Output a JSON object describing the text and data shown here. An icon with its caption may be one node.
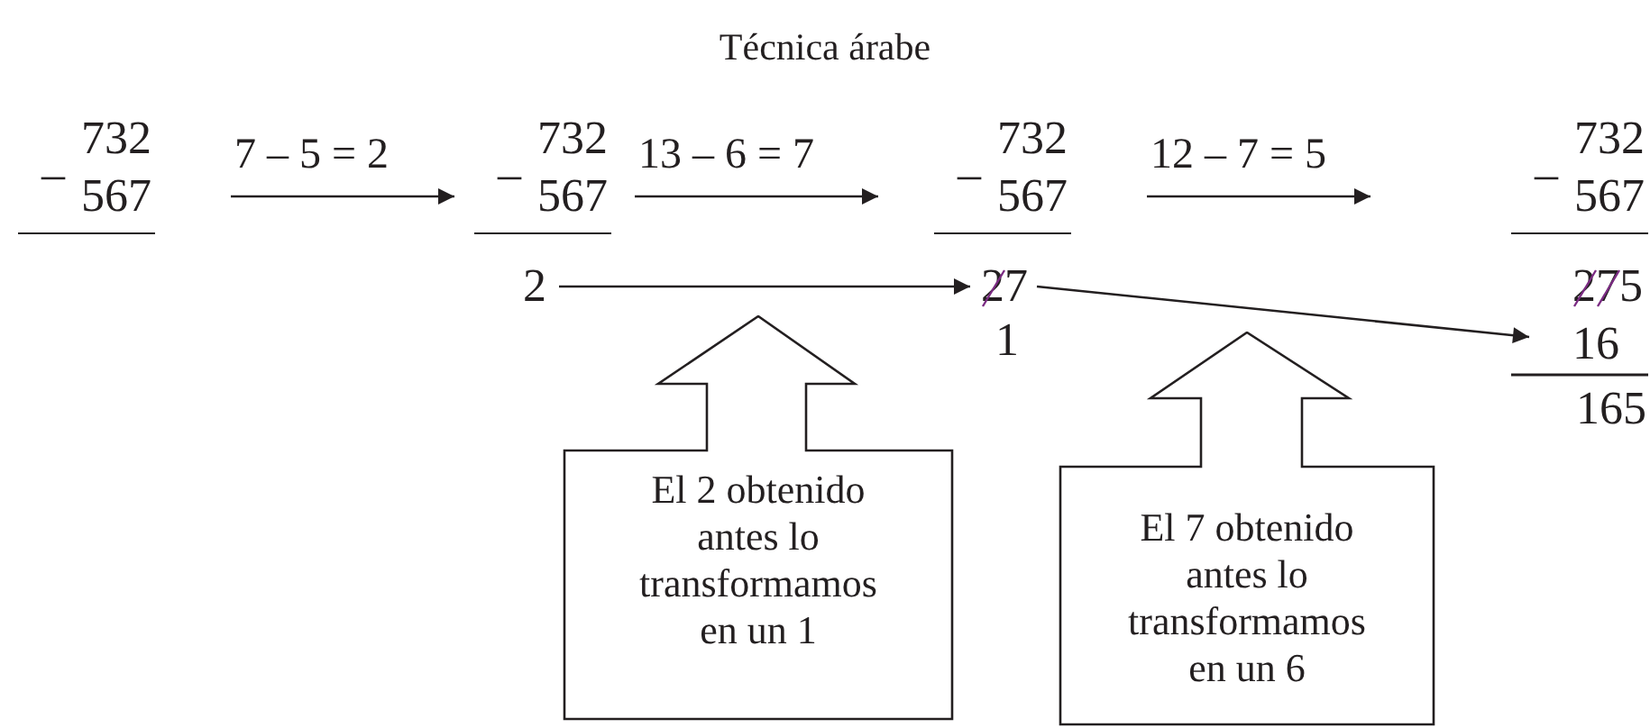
{
  "diagram": {
    "title": "Técnica árabe",
    "nodes": [
      {
        "text": [
          "–",
          "732",
          "567"
        ]
      },
      {
        "text": [
          "–",
          "732",
          "567"
        ]
      },
      {
        "text": [
          "2"
        ]
      },
      {
        "text": [
          "–",
          "732",
          "567"
        ]
      },
      {
        "text": [
          "27"
        ]
      },
      {
        "text": [
          "–",
          "732",
          "567"
        ]
      },
      {
        "text": [
          "275"
        ]
      },
      {
        "text": [
          "16"
        ]
      },
      {
        "text": [
          "El 2 obtenido antes lo transformamos en un 1"
        ]
      },
      {
        "text": [
          "El 7 obtenido antes lo transformamos en un 6"
        ]
      }
    ],
    "edges": [
      {
        "from": 0,
        "to": 1,
        "arrow": "to",
        "label": "7 – 5 = 2"
      },
      {
        "from": 1,
        "to": 3,
        "arrow": "to",
        "label": "13 – 6 = 7"
      },
      {
        "from": 3,
        "to": 5,
        "arrow": "to",
        "label": "12 – 7 = 5"
      },
      {
        "from": 2,
        "to": 4,
        "arrow": "to"
      },
      {
        "from": 4,
        "to": 7,
        "arrow": "to"
      }
    ],
    "labels": [
      "1",
      "165"
    ]
  }
}
